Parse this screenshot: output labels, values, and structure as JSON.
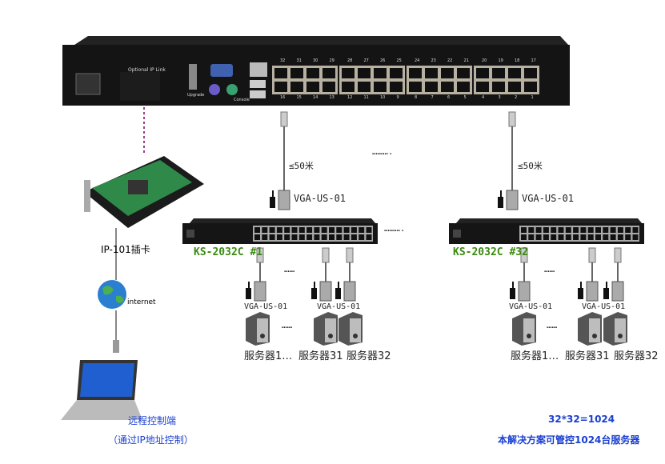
{
  "main_kvm": {
    "ip_link_label": "Optional IP Link",
    "upgrade_label": "Upgrade",
    "console_label": "Console",
    "top_ports": [
      "32",
      "31",
      "30",
      "29",
      "28",
      "27",
      "26",
      "25",
      "24",
      "23",
      "22",
      "21",
      "20",
      "19",
      "18",
      "17"
    ],
    "bottom_ports": [
      "16",
      "15",
      "14",
      "13",
      "12",
      "11",
      "10",
      "9",
      "8",
      "7",
      "6",
      "5",
      "4",
      "3",
      "2",
      "1"
    ]
  },
  "ip_card_label": "IP-101插卡",
  "internet_label": "internet",
  "remote": {
    "title": "远程控制端",
    "subtitle": "（通过IP地址控制）"
  },
  "cable_distance": "≤50米",
  "dongle_label": "VGA-US-01",
  "ellipsis": "……….",
  "ellipsis_short": "……",
  "switches": [
    {
      "name": "KS-2032C #1",
      "servers": [
        "服务器1…",
        "服务器31",
        "服务器32"
      ]
    },
    {
      "name": "KS-2032C #32",
      "servers": [
        "服务器1…",
        "服务器31",
        "服务器32"
      ]
    }
  ],
  "summary": {
    "formula": "32*32=1024",
    "text": "本解决方案可管控1024台服务器"
  },
  "colors": {
    "accent_blue": "#1a3fd0",
    "switch_green": "#3a8a10",
    "link_purple": "#a03c8c"
  }
}
